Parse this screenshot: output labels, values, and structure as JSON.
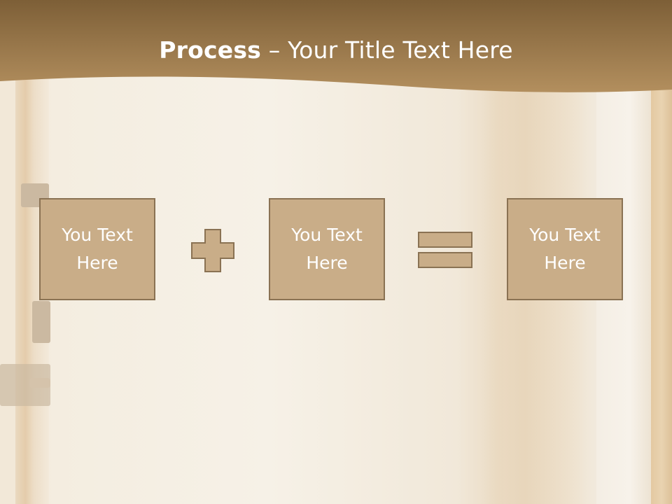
{
  "slide": {
    "title_bold": "Process",
    "title_rest": " – Your Title Text Here"
  },
  "process": {
    "boxes": [
      {
        "line1": "You Text",
        "line2": "Here"
      },
      {
        "line1": "You Text",
        "line2": "Here"
      },
      {
        "line1": "You Text",
        "line2": "Here"
      }
    ],
    "operators": [
      "plus-icon",
      "equals-icon"
    ]
  },
  "colors": {
    "banner_dark": "#7d5f37",
    "banner_light": "#b38f5e",
    "box_fill": "#c9ad88",
    "box_border": "#8a7253",
    "operator_fill": "#c9ad88",
    "operator_border": "#8a7253"
  }
}
